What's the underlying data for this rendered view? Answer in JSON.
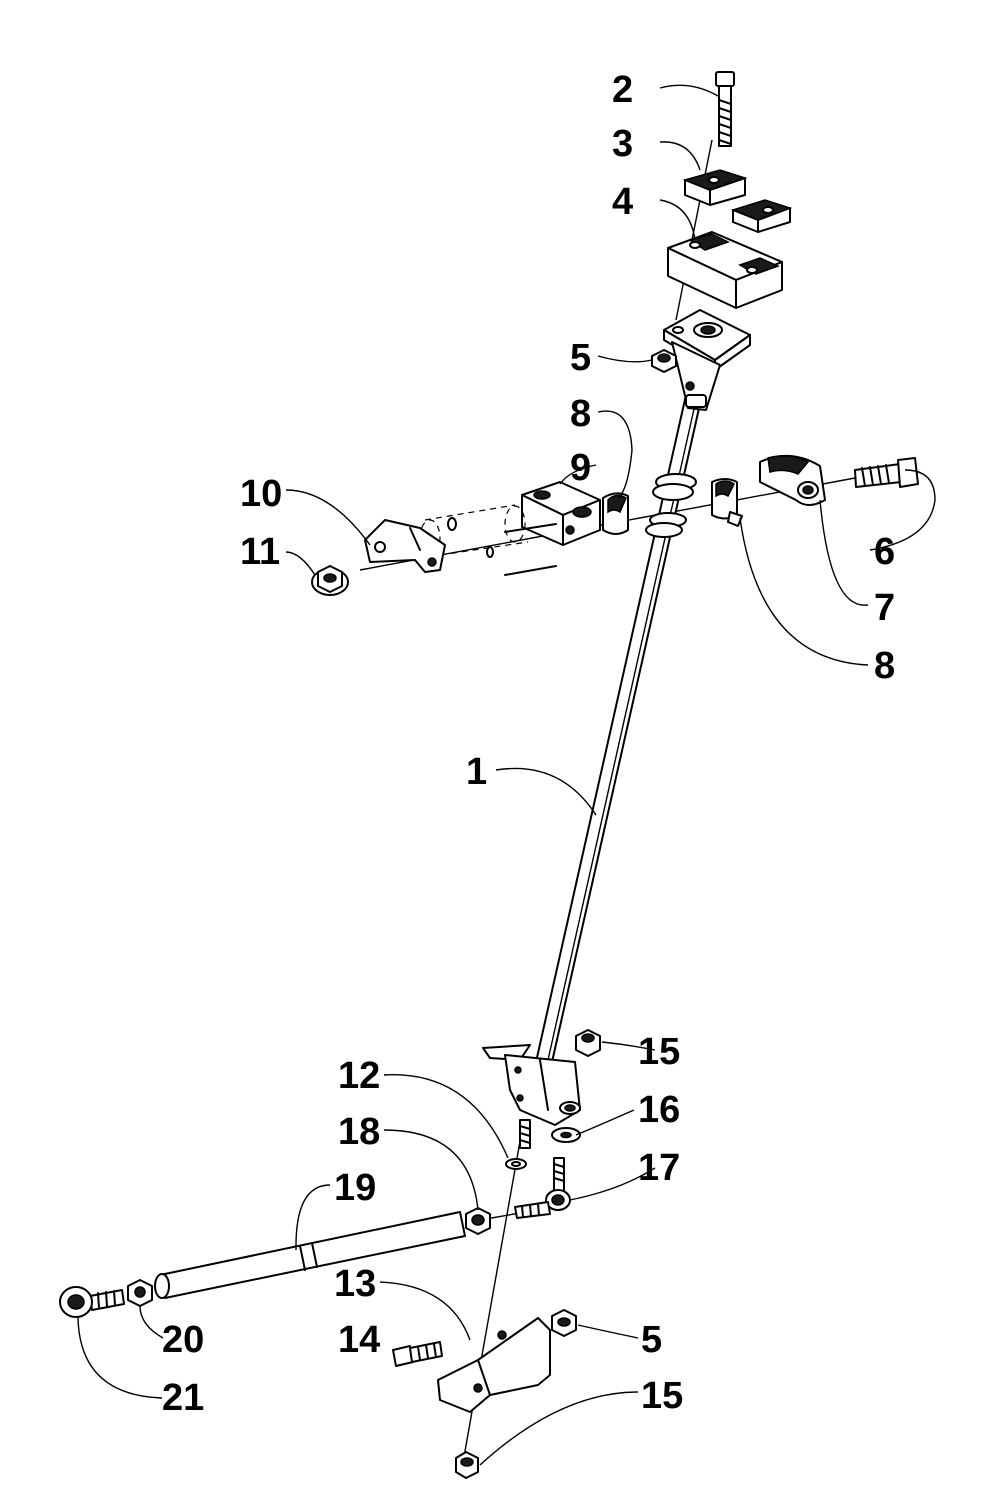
{
  "callouts": [
    {
      "id": "c1",
      "text": "1"
    },
    {
      "id": "c2",
      "text": "2"
    },
    {
      "id": "c3",
      "text": "3"
    },
    {
      "id": "c4",
      "text": "4"
    },
    {
      "id": "c5a",
      "text": "5"
    },
    {
      "id": "c5b",
      "text": "5"
    },
    {
      "id": "c6",
      "text": "6"
    },
    {
      "id": "c7",
      "text": "7"
    },
    {
      "id": "c8a",
      "text": "8"
    },
    {
      "id": "c8b",
      "text": "8"
    },
    {
      "id": "c9",
      "text": "9"
    },
    {
      "id": "c10",
      "text": "10"
    },
    {
      "id": "c11",
      "text": "11"
    },
    {
      "id": "c12",
      "text": "12"
    },
    {
      "id": "c13",
      "text": "13"
    },
    {
      "id": "c14",
      "text": "14"
    },
    {
      "id": "c15a",
      "text": "15"
    },
    {
      "id": "c15b",
      "text": "15"
    },
    {
      "id": "c16",
      "text": "16"
    },
    {
      "id": "c17",
      "text": "17"
    },
    {
      "id": "c18",
      "text": "18"
    },
    {
      "id": "c19",
      "text": "19"
    },
    {
      "id": "c20",
      "text": "20"
    },
    {
      "id": "c21",
      "text": "21"
    }
  ]
}
